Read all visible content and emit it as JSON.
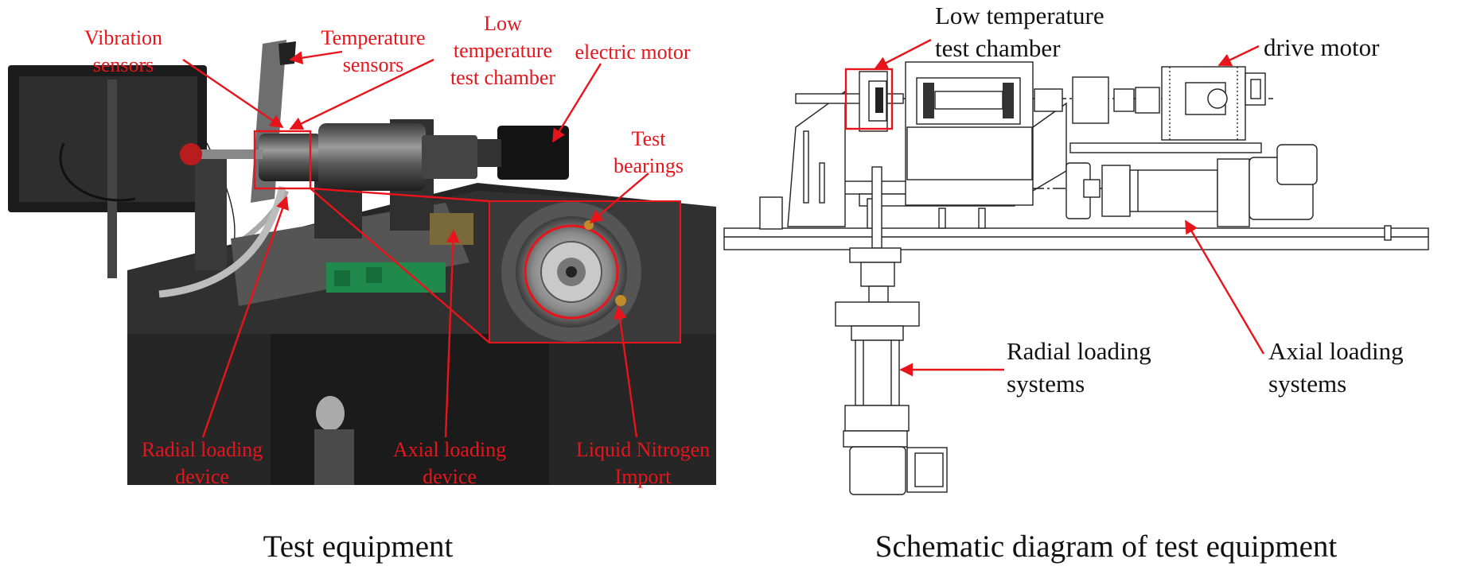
{
  "photo_panel": {
    "caption": "Test equipment",
    "labels": {
      "vibration": [
        "Vibration",
        "sensors"
      ],
      "temperature": [
        "Temperature",
        "sensors"
      ],
      "chamber": [
        "Low",
        "temperature",
        "test chamber"
      ],
      "motor": "electric motor",
      "bearings": [
        "Test",
        "bearings"
      ],
      "radial": [
        "Radial loading",
        "device"
      ],
      "axial": [
        "Axial loading",
        "device"
      ],
      "nitrogen": [
        "Liquid Nitrogen",
        "Import"
      ]
    }
  },
  "schematic_panel": {
    "caption": "Schematic diagram of test equipment",
    "labels": {
      "chamber": [
        "Low temperature",
        "test chamber"
      ],
      "motor": "drive motor",
      "radial": [
        "Radial loading",
        "systems"
      ],
      "axial": [
        "Axial loading",
        "systems"
      ]
    }
  },
  "colors": {
    "annotation": "#e8141b",
    "machine": "#2b2b2b",
    "line": "#222222"
  }
}
